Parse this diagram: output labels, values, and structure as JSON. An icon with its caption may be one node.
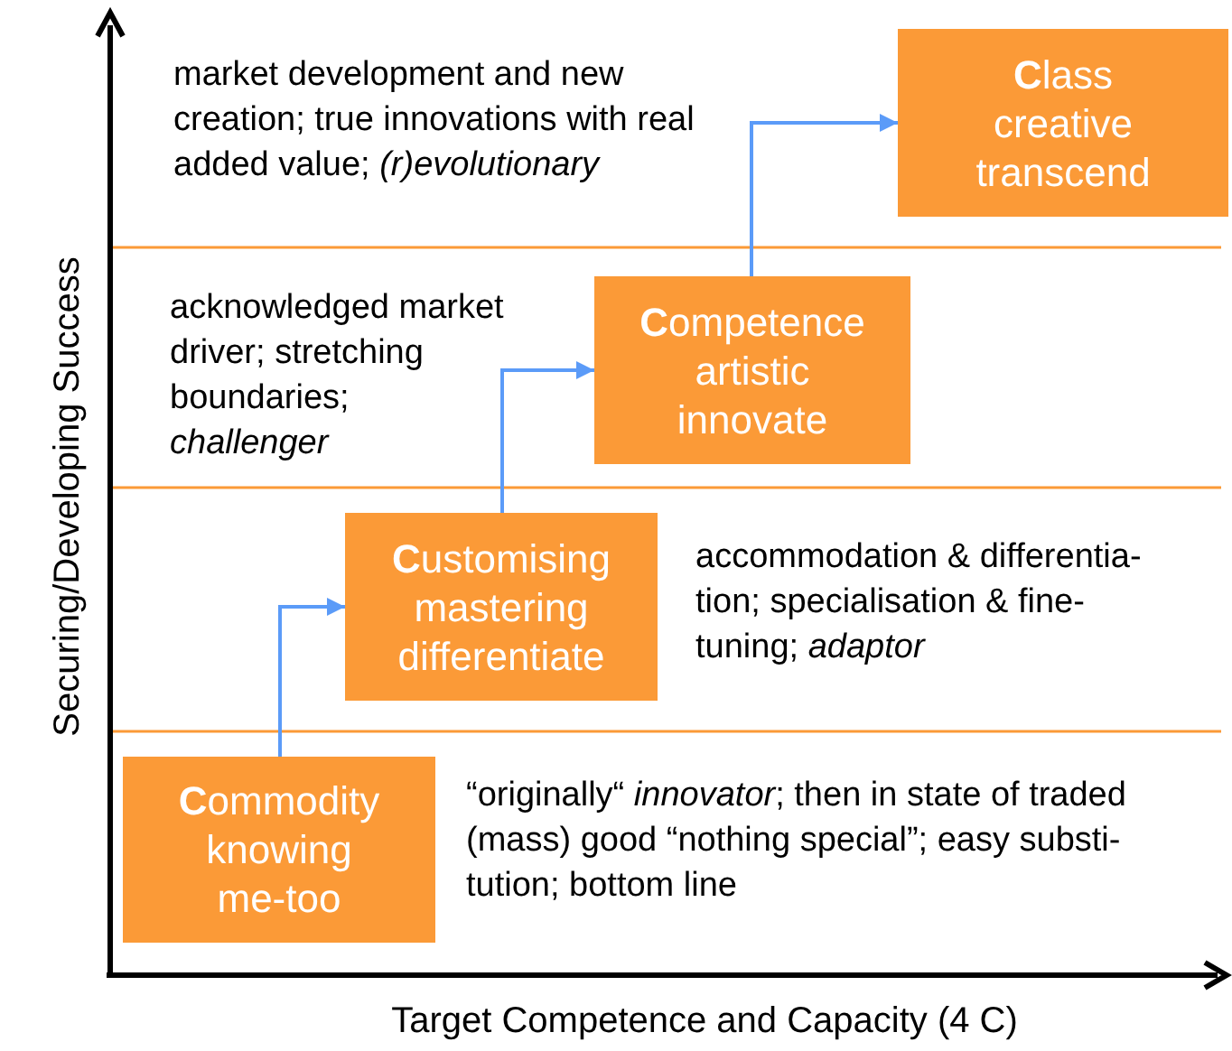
{
  "diagram": {
    "nodes": [
      {
        "text": [
          "**C**ommodity",
          "knowing",
          "me-too"
        ]
      },
      {
        "text": [
          "**C**ustomising",
          "mastering",
          "differentiate"
        ]
      },
      {
        "text": [
          "**C**ompetence",
          "artistic",
          "innovate"
        ]
      },
      {
        "text": [
          "**C**lass",
          "creative",
          "transcend"
        ]
      }
    ],
    "edges": [
      {
        "from": 0,
        "to": 1,
        "arrow": "to"
      },
      {
        "from": 1,
        "to": 2,
        "arrow": "to"
      },
      {
        "from": 2,
        "to": 3,
        "arrow": "to"
      }
    ],
    "labels": [
      "market development and new creation; true innovations with real added value; *(r)evolutionary*",
      "acknowledged market driver; stretching boundaries; *challenger*",
      "accommodation & differentia- tion; specialisation & fine- tuning; *adaptor*",
      "“originally“ *innovator*; then in state of traded (mass) good “nothing special”; easy substi- tution; bottom line",
      "Securing/Developing Success",
      "Target Competence and Capacity (4 C)"
    ]
  }
}
